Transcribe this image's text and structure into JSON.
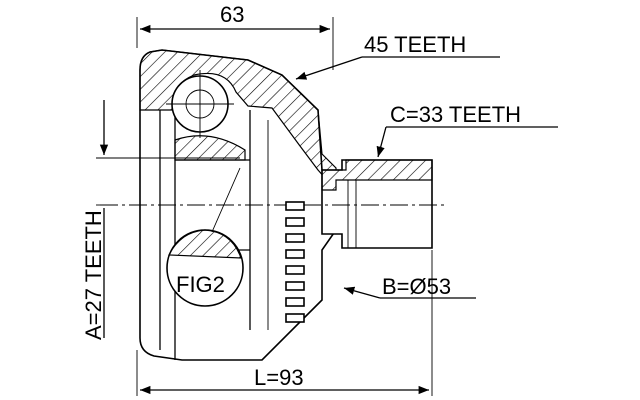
{
  "labels": {
    "top_dim": "63",
    "outer_teeth": "45 TEETH",
    "shaft_teeth": "C=33 TEETH",
    "inner_teeth": "A=27 TEETH",
    "figure": "FIG2",
    "shaft_diameter": "B=Ø53",
    "length": "L=93"
  }
}
